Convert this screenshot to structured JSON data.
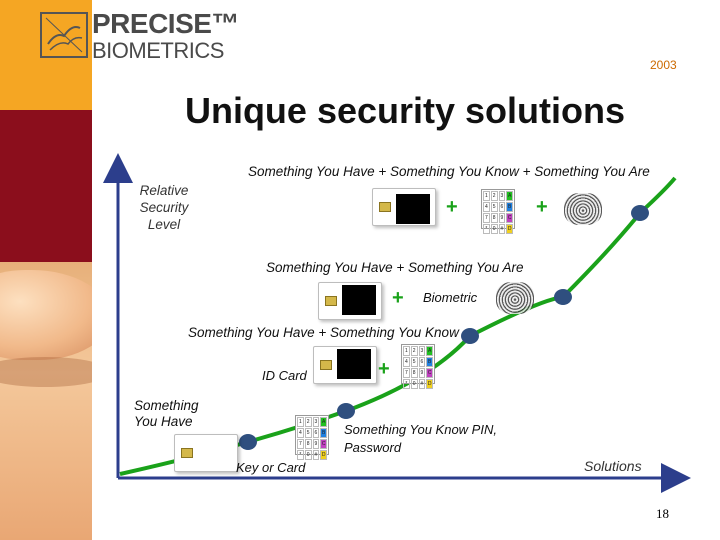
{
  "logo": {
    "line1": "PRECISE™",
    "line2": "BIOMETRICS"
  },
  "year": "2003",
  "title": "Unique security solutions",
  "axis": {
    "y_label": "Relative Security Level",
    "x_label": "Solutions"
  },
  "levels": {
    "all_three": "Something You Have + Something You Know + Something You Are",
    "have_are": "Something You Have + Something You Are",
    "have_know": "Something You Have + Something You Know",
    "have": "Something You Have",
    "know": "Something You Know PIN, Password"
  },
  "item_labels": {
    "biometric": "Biometric",
    "id_card": "ID Card",
    "key_or_card": "Key or Card"
  },
  "plus_sign": "+",
  "page_number": "18",
  "keypad_keys": [
    "1",
    "2",
    "3",
    "4",
    "5",
    "6",
    "7",
    "8",
    "9",
    "*",
    "0",
    "#",
    "A",
    "B",
    "C",
    "D"
  ],
  "colors": {
    "curve": "#1aa21a",
    "node": "#2f4f7f",
    "sidebar_top": "#f5a623",
    "sidebar_mid": "#8b0e1c",
    "year": "#cc6a00",
    "axis": "#2c3e8c"
  }
}
